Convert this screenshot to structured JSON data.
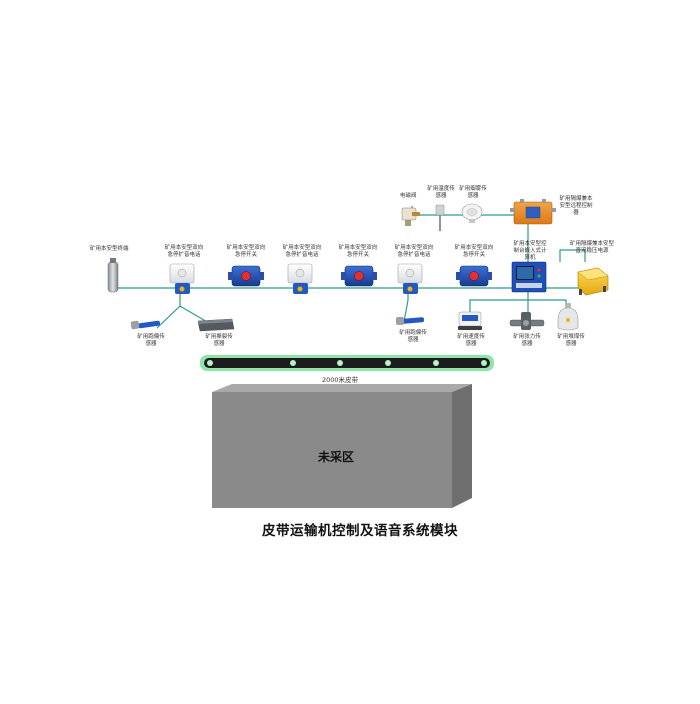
{
  "caption": "皮带运输机控制及语音系统模块",
  "unmined_area_label": "未采区",
  "belt_label": "2000米皮带",
  "devices": {
    "terminal": "矿用本安型终端",
    "phone_1": "矿用本安型双向急停扩音电话",
    "switch_1": "矿用本安型双向急停开关",
    "phone_2": "矿用本安型双向急停扩音电话",
    "switch_2": "矿用本安型双向急停开关",
    "phone_3": "矿用本安型双向急停扩音电话",
    "switch_3": "矿用本安型双向急停开关",
    "solenoid_valve": "电磁阀",
    "temperature_sensor": "矿用温度传感器",
    "smoke_sensor": "矿用烟雾传感器",
    "remote_controller": "矿用隔爆兼本安型远程控制器",
    "control_computer": "矿用本安型控制台嵌入式计算机",
    "power_supply": "矿用隔爆兼本安型直流稳压电源",
    "deviation_sensor_1": "矿用跑偏传感器",
    "tear_sensor": "矿用撕裂传感器",
    "deviation_sensor_2": "矿用跑偏传感器",
    "speed_sensor": "矿用速度传感器",
    "tension_sensor": "矿用张力传感器",
    "pile_sensor": "矿用堆煤传感器"
  },
  "colors": {
    "cable": "#2a9d8f",
    "belt_glow": "#7ddf9a",
    "belt_dark": "#1c1c1c",
    "block_front": "#8a8a8a",
    "block_top": "#a9a9a9",
    "block_side": "#6f6f6f",
    "switch_blue": "#1f4fb8",
    "controller_orange": "#e8902a",
    "power_yellow": "#f1c232"
  },
  "icons": {
    "phone": "intercom-phone-icon",
    "switch": "emergency-stop-switch-icon",
    "terminal": "cylinder-terminal-icon",
    "computer": "control-console-icon",
    "power": "power-supply-icon"
  }
}
